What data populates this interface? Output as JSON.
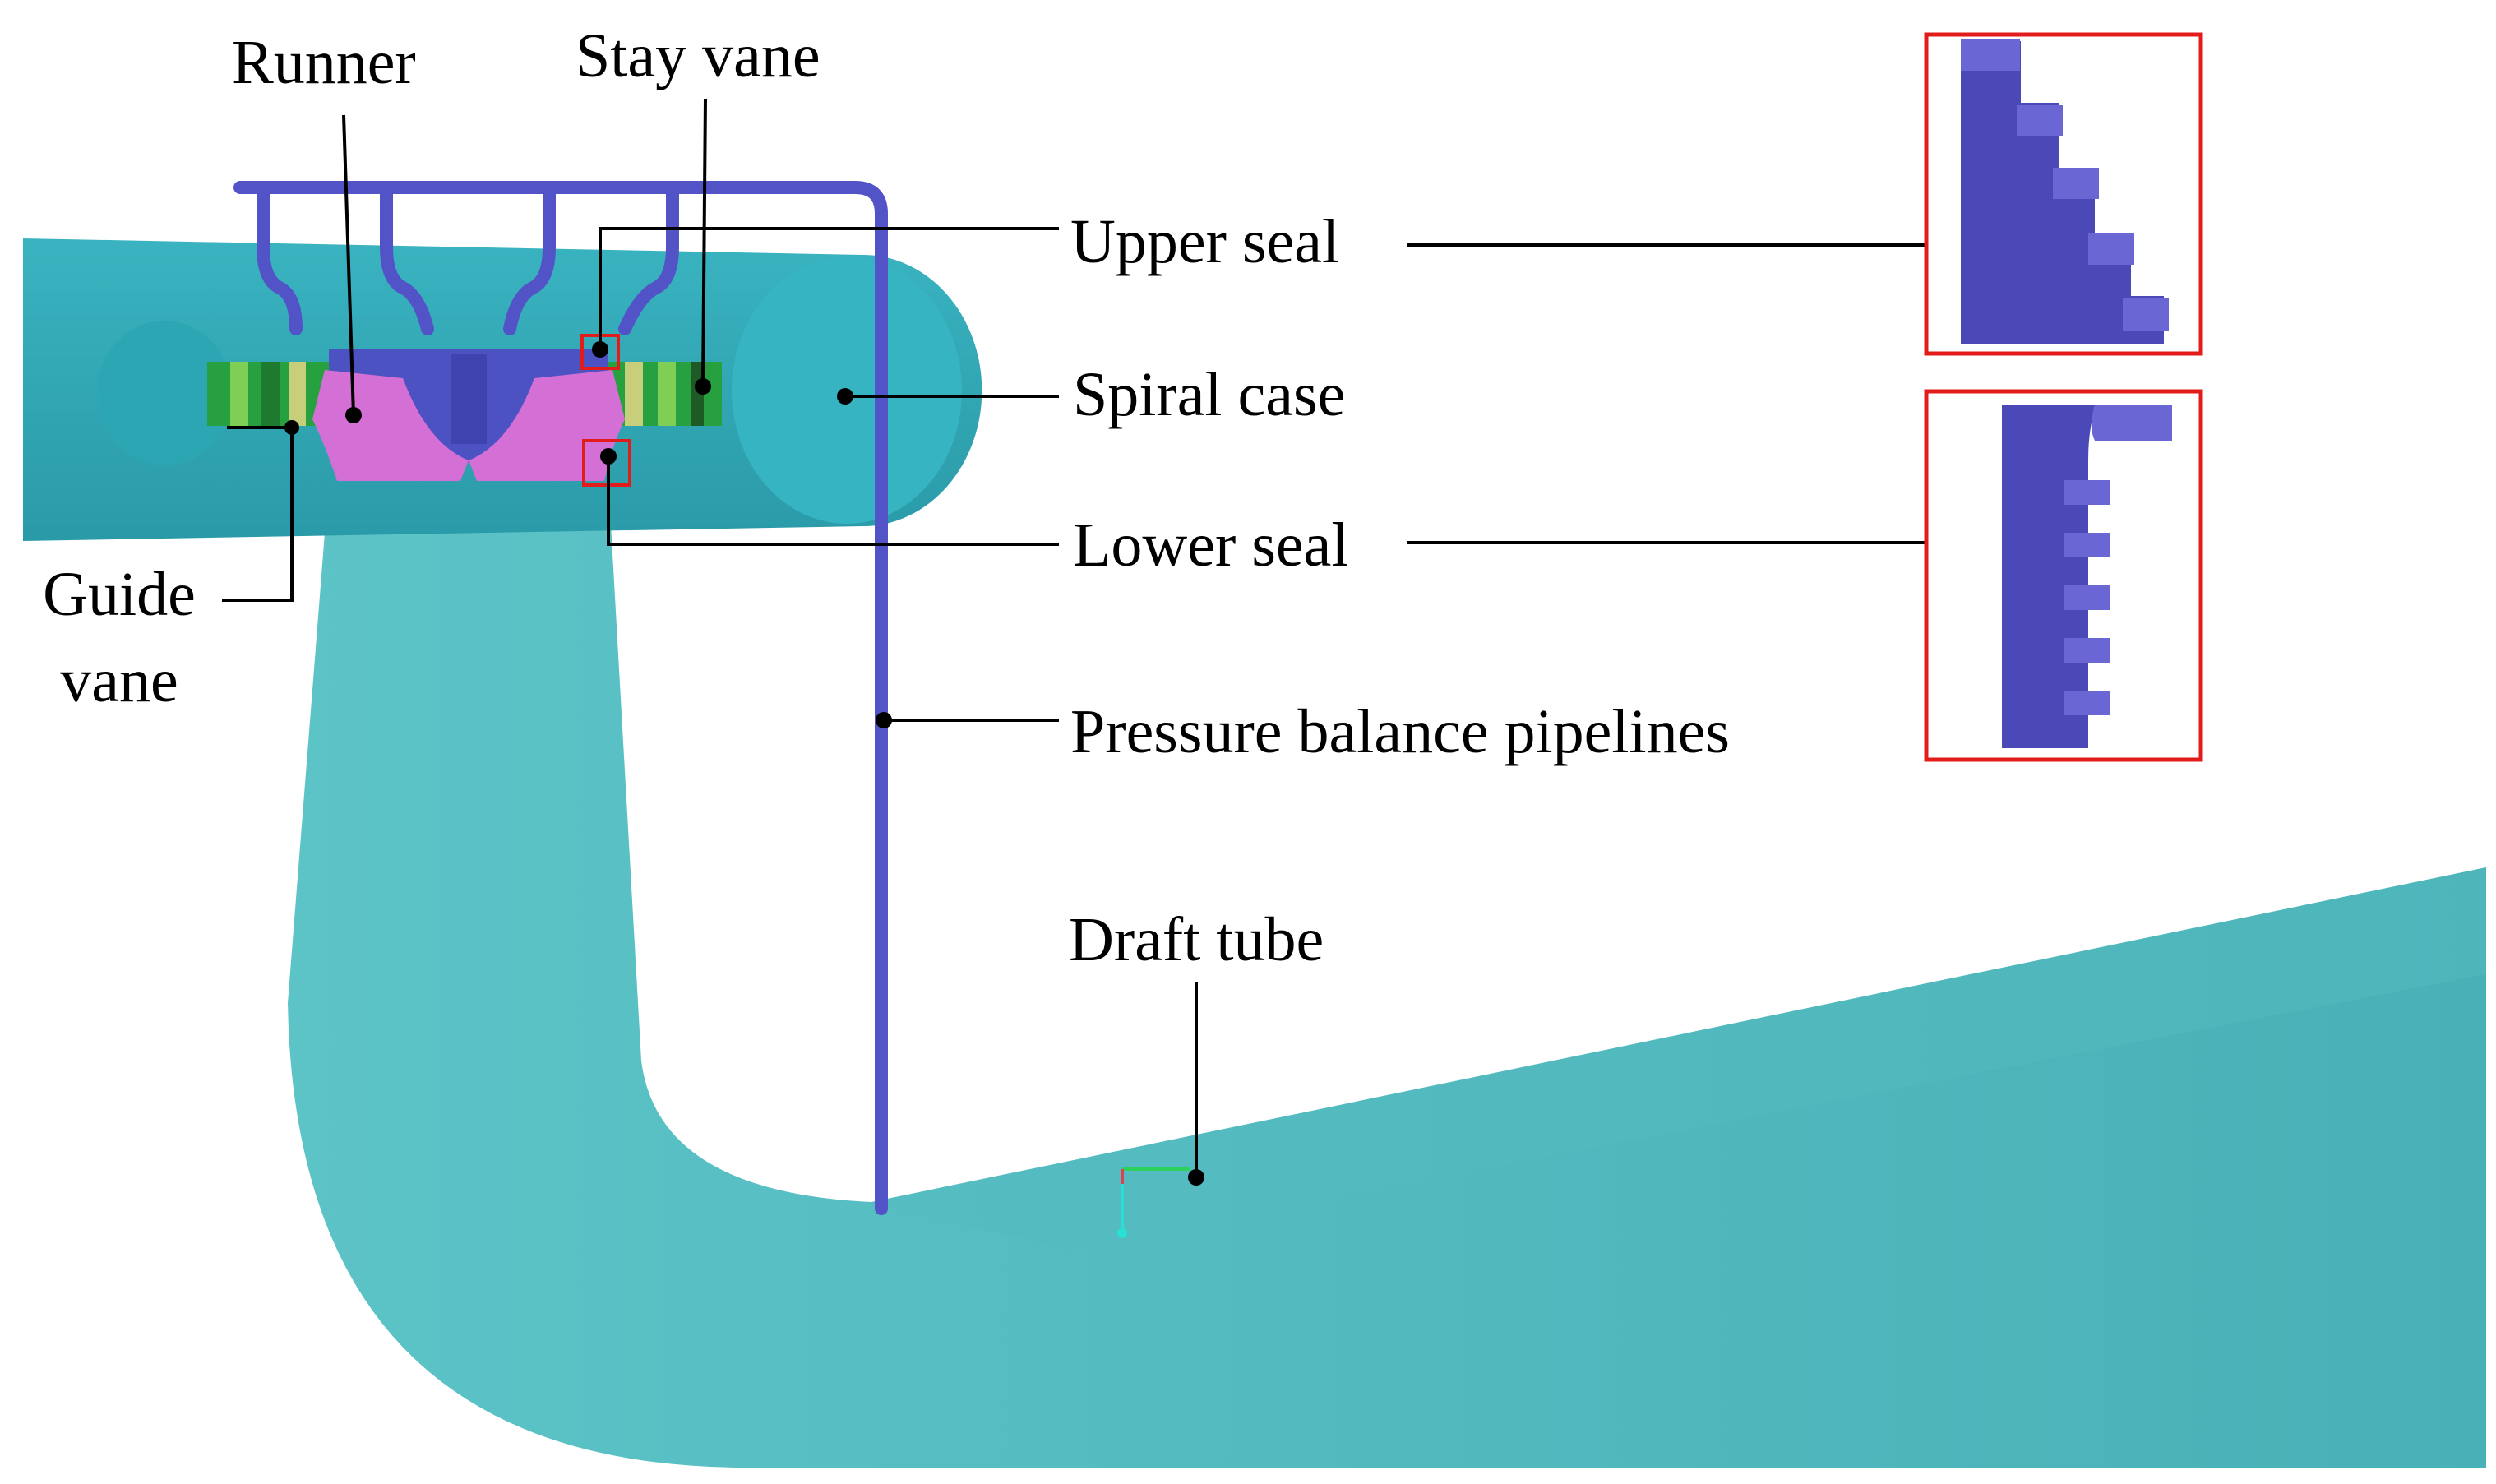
{
  "labels": {
    "runner": "Runner",
    "stay_vane": "Stay vane",
    "upper_seal": "Upper seal",
    "spiral_case": "Spiral case",
    "lower_seal": "Lower seal",
    "pressure_balance_pipelines": "Pressure balance pipelines",
    "draft_tube": "Draft tube",
    "guide_vane_line1": "Guide",
    "guide_vane_line2": "vane"
  },
  "colors": {
    "water_teal": "#4bb6bc",
    "spiral_case": "#33acba",
    "pipeline_purple": "#5253c6",
    "runner_pink": "#d76ed8",
    "guide_vane_green": "#2f9e3e",
    "highlight_red": "#e21b1b",
    "seal_purple": "#5a56c4",
    "leader_black": "#000000"
  }
}
